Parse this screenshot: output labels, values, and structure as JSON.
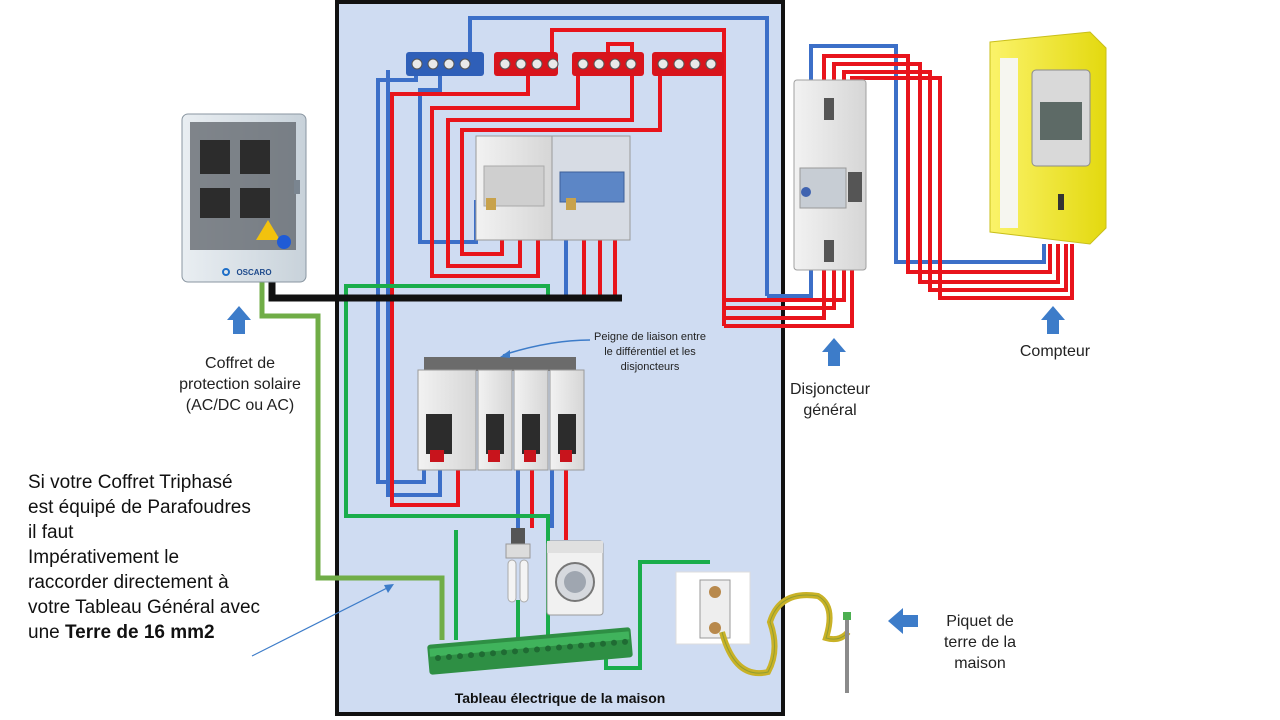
{
  "labels": {
    "coffret": [
      "Coffret de",
      "protection solaire",
      "(AC/DC ou AC)"
    ],
    "disjoncteur": [
      "Disjoncteur",
      "général"
    ],
    "compteur": "Compteur",
    "piquet": [
      "Piquet de",
      "terre de la",
      "maison"
    ],
    "peigne": [
      "Peigne de liaison entre",
      "le différentiel et les",
      "disjoncteurs"
    ],
    "tableau": "Tableau électrique de la maison",
    "coffret_brand": "OSCARO"
  },
  "note": {
    "lines": [
      "Si votre Coffret Triphasé",
      "est équipé de Parafoudres",
      "il faut",
      "Impérativement le",
      "raccorder directement à",
      "votre Tableau Général avec"
    ],
    "last_prefix": "une ",
    "last_bold": "Terre de 16 mm2"
  },
  "colors": {
    "panel_bg": "#cfdcf2",
    "phase": "#e8141c",
    "neutral": "#3c6fc8",
    "earth": "#1aad4b",
    "earth_external": "#70ad47",
    "arrow": "#3d7cc9",
    "meter": "#f2eb1f"
  }
}
